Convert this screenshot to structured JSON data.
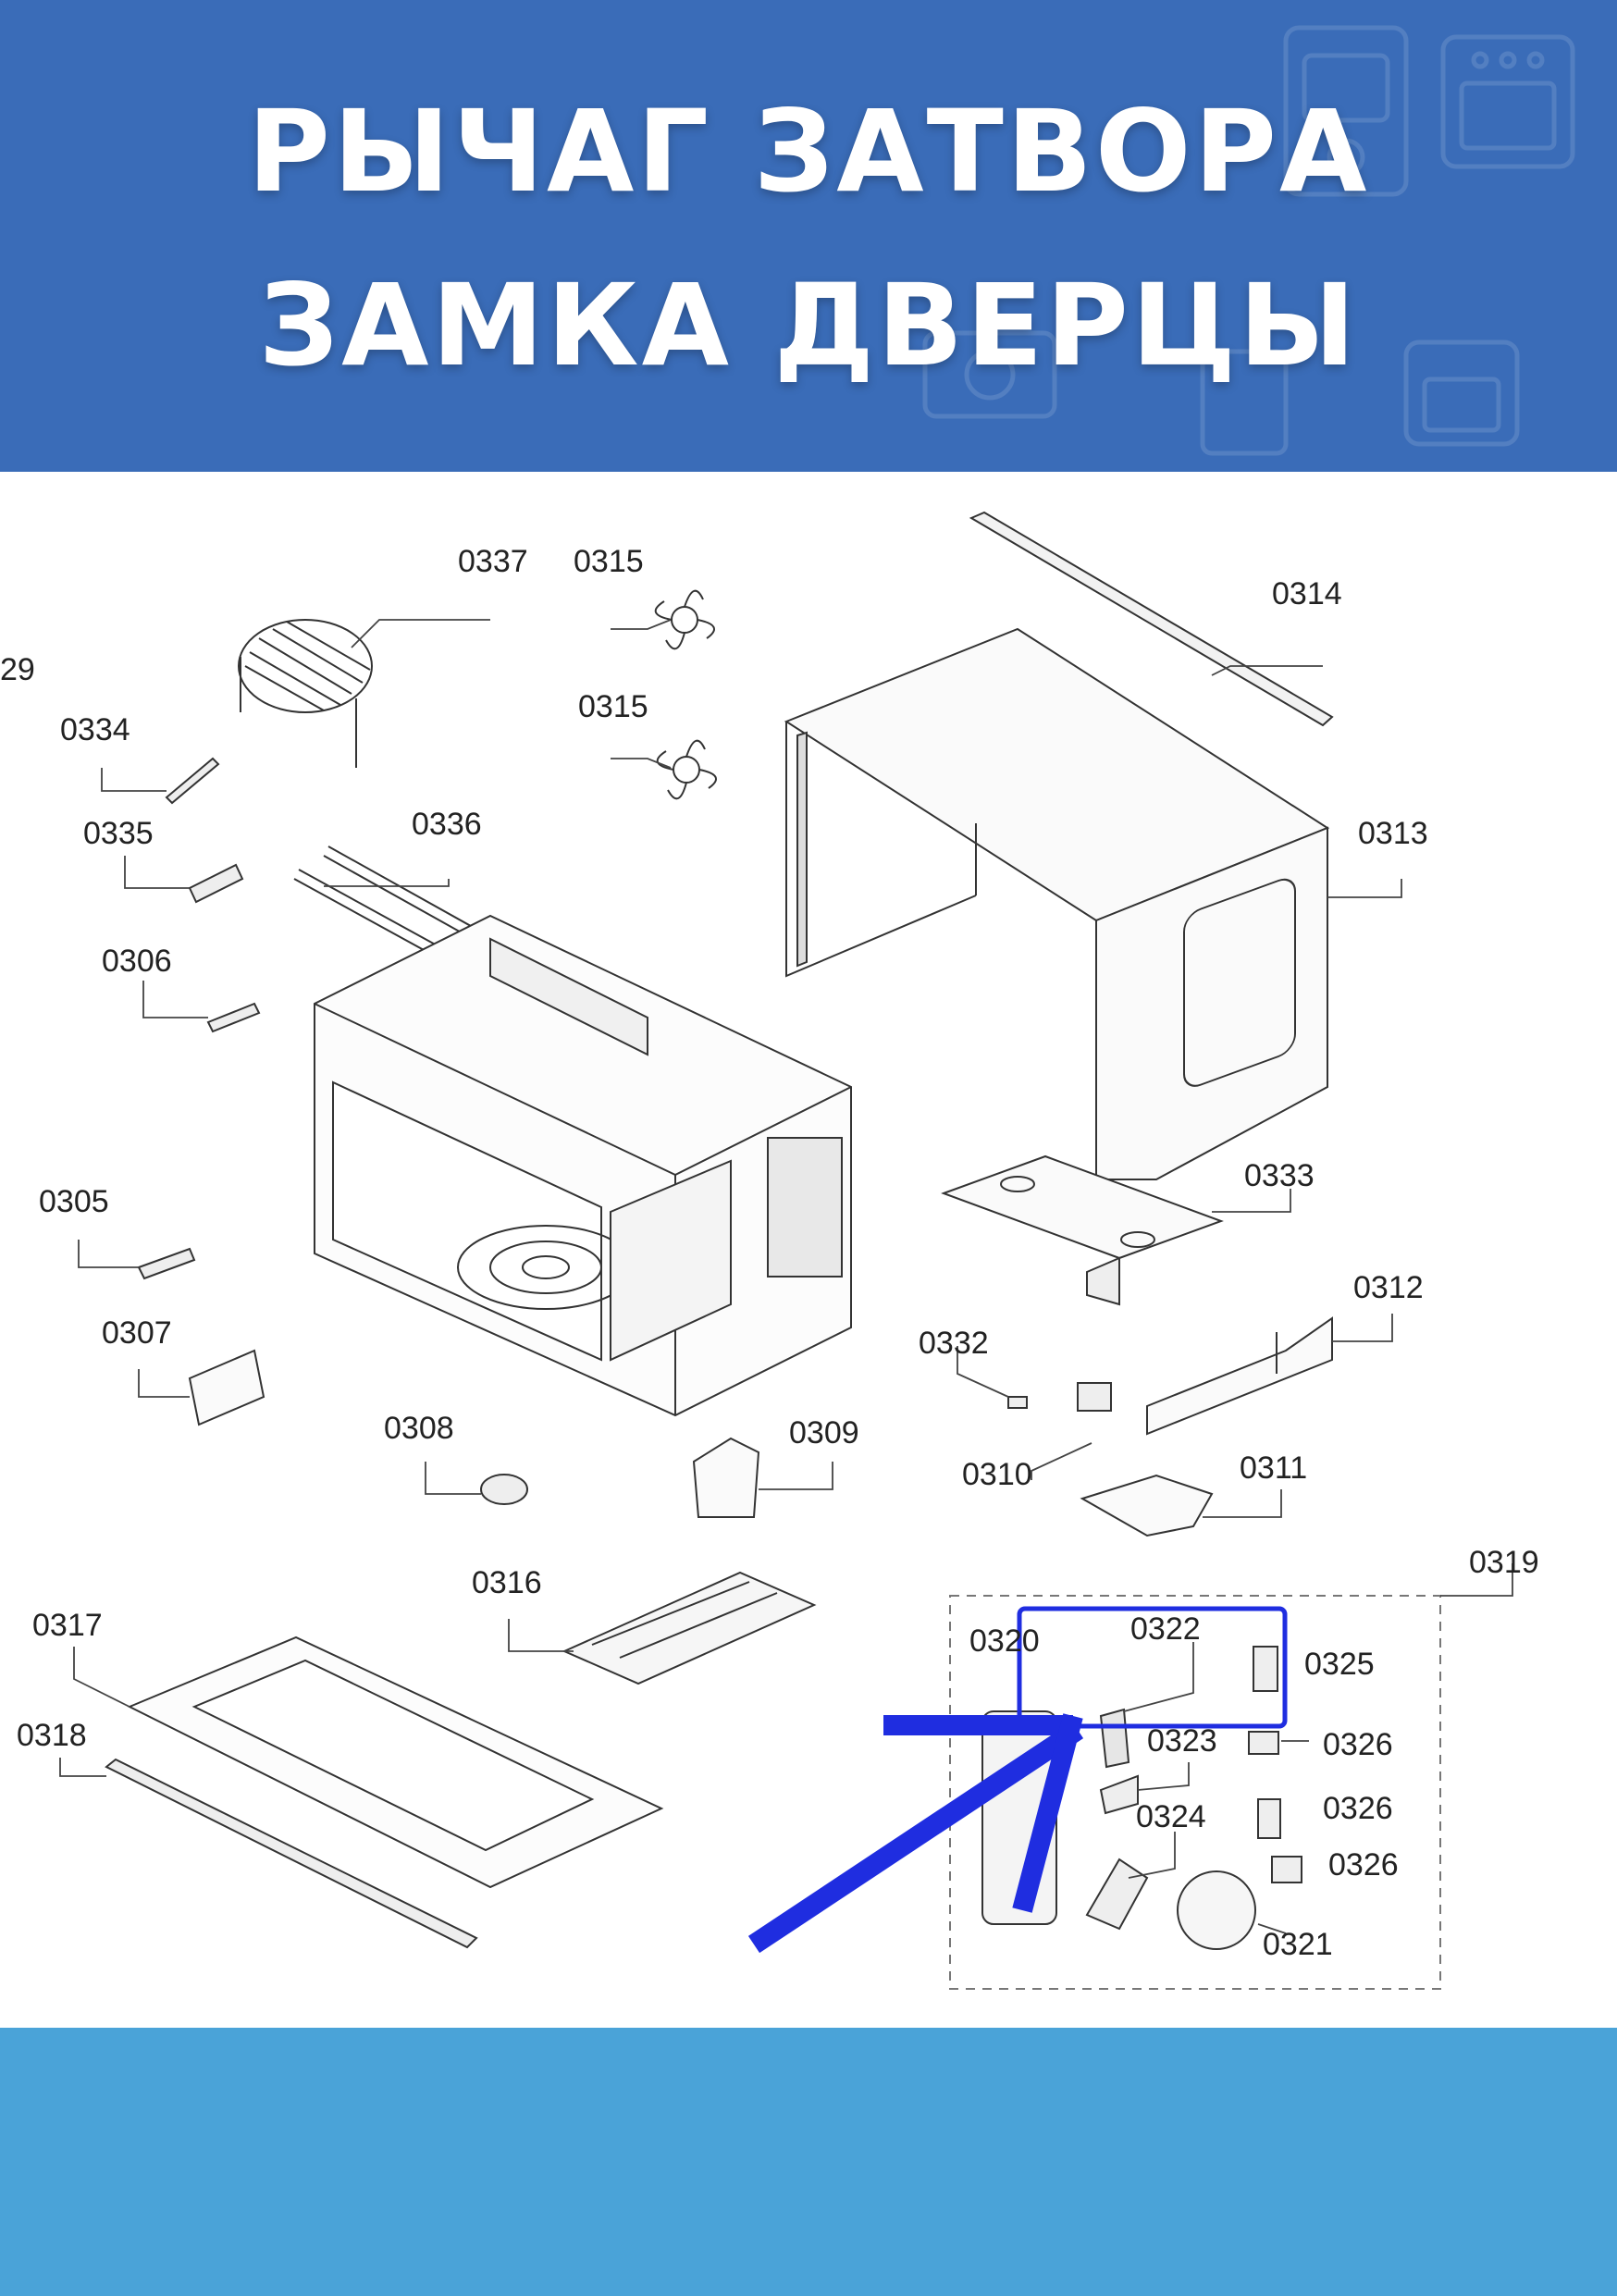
{
  "header": {
    "title_line1": "РЫЧАГ ЗАТВОРА",
    "title_line2": "ЗАМКА ДВЕРЦЫ"
  },
  "colors": {
    "header_bg": "#3a6cb8",
    "footer_bg": "#4aa3d8",
    "highlight": "#1f2de0"
  },
  "diagram": {
    "labels": {
      "p0329": "29",
      "p0337": "0337",
      "p0315a": "0315",
      "p0315b": "0315",
      "p0314": "0314",
      "p0334": "0334",
      "p0335": "0335",
      "p0336": "0336",
      "p0313": "0313",
      "p0306": "0306",
      "p0333": "0333",
      "p0305": "0305",
      "p0312": "0312",
      "p0307": "0307",
      "p0332": "0332",
      "p0308": "0308",
      "p0309": "0309",
      "p0310": "0310",
      "p0311": "0311",
      "p0319": "0319",
      "p0316": "0316",
      "p0317": "0317",
      "p0320": "0320",
      "p0322": "0322",
      "p0325": "0325",
      "p0318": "0318",
      "p0323": "0323",
      "p0326a": "0326",
      "p0326b": "0326",
      "p0326c": "0326",
      "p0324": "0324",
      "p0321": "0321"
    },
    "highlighted_part": "0322"
  }
}
